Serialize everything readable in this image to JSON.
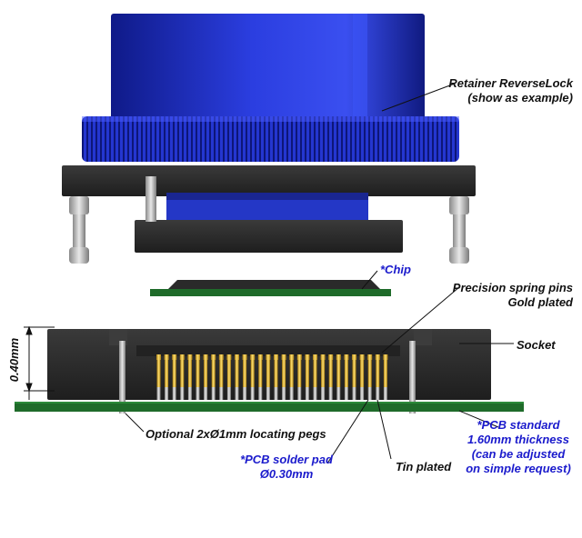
{
  "labels": {
    "retainer_line1": "Retainer ReverseLock",
    "retainer_line2": "(show as example)",
    "chip": "*Chip",
    "spring_line1": "Precision spring pins",
    "spring_line2": "Gold plated",
    "dimension": "0.40mm",
    "socket": "Socket",
    "pegs": "Optional 2xØ1mm locating pegs",
    "pcb_standard_line1": "*PCB standard",
    "pcb_standard_line2": "1.60mm thickness",
    "pcb_standard_line3": "(can be adjusted",
    "pcb_standard_line4": "on simple request)",
    "solder_pad_line1": "*PCB solder pad",
    "solder_pad_line2": "Ø0.30mm",
    "tin": "Tin plated"
  },
  "colors": {
    "retainer_blue": "#2233cc",
    "body_black": "#2b2b2b",
    "pcb_green": "#1f6b2a",
    "pin_gold": "#e0b020",
    "pin_silver": "#c8c8c8",
    "annotation_blue": "#1a1acc"
  }
}
